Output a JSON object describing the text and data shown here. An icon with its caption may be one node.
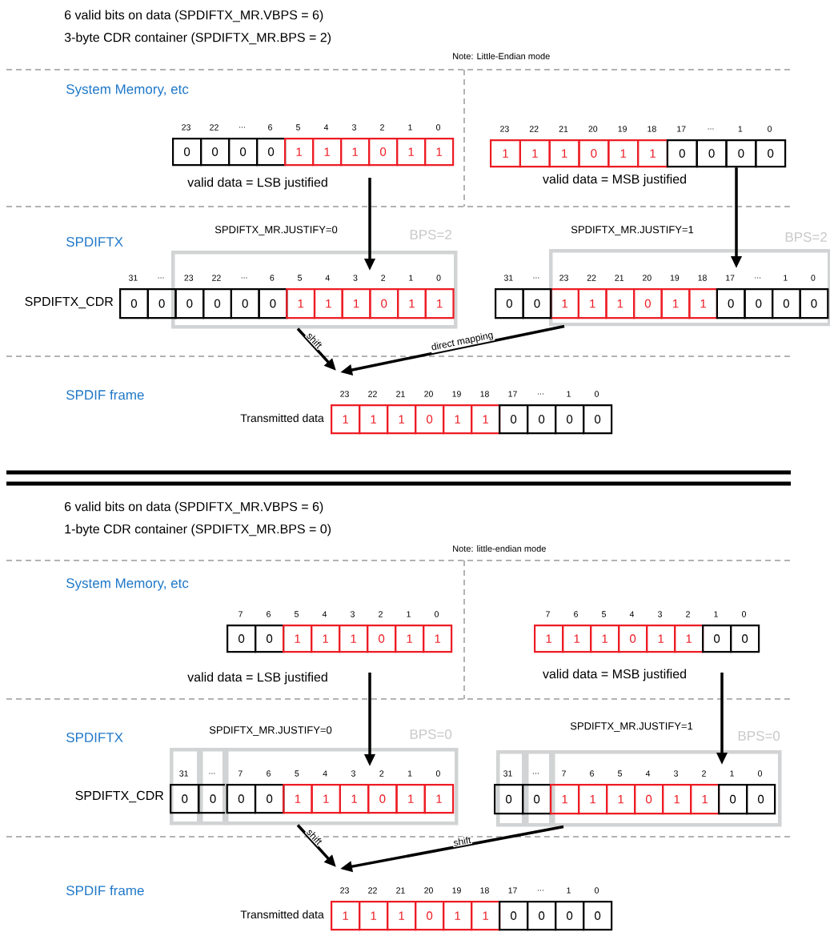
{
  "diagram": {
    "nodes": [
      {
        "text": [
          "0"
        ],
        "beside": [
          "23"
        ]
      },
      {
        "text": [
          "0"
        ],
        "beside": [
          "22"
        ]
      },
      {
        "text": [
          "0"
        ],
        "beside": [
          "..."
        ]
      },
      {
        "text": [
          "0"
        ],
        "beside": [
          "6"
        ]
      },
      {
        "text": [
          "1"
        ],
        "beside": [
          "5"
        ]
      },
      {
        "text": [
          "1"
        ],
        "beside": [
          "4"
        ]
      },
      {
        "text": [
          "1"
        ],
        "beside": [
          "3"
        ]
      },
      {
        "text": [
          "0"
        ],
        "beside": [
          "2"
        ]
      },
      {
        "text": [
          "1"
        ],
        "beside": [
          "1"
        ]
      },
      {
        "text": [
          "1"
        ],
        "beside": [
          "0"
        ]
      },
      {
        "text": [
          "1"
        ],
        "beside": [
          "23"
        ]
      },
      {
        "text": [
          "1"
        ],
        "beside": [
          "22"
        ]
      },
      {
        "text": [
          "1"
        ],
        "beside": [
          "21"
        ]
      },
      {
        "text": [
          "0"
        ],
        "beside": [
          "20"
        ]
      },
      {
        "text": [
          "1"
        ],
        "beside": [
          "19"
        ]
      },
      {
        "text": [
          "1"
        ],
        "beside": [
          "18"
        ]
      },
      {
        "text": [
          "0"
        ],
        "beside": [
          "17"
        ]
      },
      {
        "text": [
          "0"
        ],
        "beside": [
          "..."
        ]
      },
      {
        "text": [
          "0"
        ],
        "beside": [
          "1"
        ]
      },
      {
        "text": [
          "0"
        ],
        "beside": [
          "0"
        ]
      },
      {
        "text": [
          "BPS=2"
        ]
      },
      {
        "text": [
          "0"
        ],
        "beside": [
          "31"
        ]
      },
      {
        "text": [
          "0"
        ],
        "beside": [
          "..."
        ]
      },
      {
        "text": [
          "0"
        ],
        "beside": [
          "23"
        ],
        "in": 20
      },
      {
        "text": [
          "0"
        ],
        "beside": [
          "22"
        ],
        "in": 20
      },
      {
        "text": [
          "0"
        ],
        "beside": [
          "..."
        ],
        "in": 20
      },
      {
        "text": [
          "0"
        ],
        "beside": [
          "6"
        ],
        "in": 20
      },
      {
        "text": [
          "1"
        ],
        "beside": [
          "5"
        ],
        "in": 20
      },
      {
        "text": [
          "1"
        ],
        "beside": [
          "4"
        ],
        "in": 20
      },
      {
        "text": [
          "1"
        ],
        "beside": [
          "3"
        ],
        "in": 20
      },
      {
        "text": [
          "0"
        ],
        "beside": [
          "2"
        ],
        "in": 20
      },
      {
        "text": [
          "1"
        ],
        "beside": [
          "1"
        ],
        "in": 20
      },
      {
        "text": [
          "1"
        ],
        "beside": [
          "0"
        ],
        "in": 20
      },
      {
        "text": [
          "BPS=2"
        ]
      },
      {
        "text": [
          "0"
        ],
        "beside": [
          "31"
        ]
      },
      {
        "text": [
          "0"
        ],
        "beside": [
          "..."
        ]
      },
      {
        "text": [
          "1"
        ],
        "beside": [
          "23"
        ],
        "in": 33
      },
      {
        "text": [
          "1"
        ],
        "beside": [
          "22"
        ],
        "in": 33
      },
      {
        "text": [
          "1"
        ],
        "beside": [
          "21"
        ],
        "in": 33
      },
      {
        "text": [
          "0"
        ],
        "beside": [
          "20"
        ],
        "in": 33
      },
      {
        "text": [
          "1"
        ],
        "beside": [
          "19"
        ],
        "in": 33
      },
      {
        "text": [
          "1"
        ],
        "beside": [
          "18"
        ],
        "in": 33
      },
      {
        "text": [
          "0"
        ],
        "beside": [
          "17"
        ],
        "in": 33
      },
      {
        "text": [
          "0"
        ],
        "beside": [
          "..."
        ],
        "in": 33
      },
      {
        "text": [
          "0"
        ],
        "beside": [
          "1"
        ],
        "in": 33
      },
      {
        "text": [
          "0"
        ],
        "beside": [
          "0"
        ],
        "in": 33
      },
      {
        "text": [
          "1"
        ],
        "beside": [
          "23"
        ]
      },
      {
        "text": [
          "1"
        ],
        "beside": [
          "22"
        ]
      },
      {
        "text": [
          "1"
        ],
        "beside": [
          "21"
        ]
      },
      {
        "text": [
          "0"
        ],
        "beside": [
          "20"
        ]
      },
      {
        "text": [
          "1"
        ],
        "beside": [
          "19"
        ]
      },
      {
        "text": [
          "1"
        ],
        "beside": [
          "18"
        ]
      },
      {
        "text": [
          "0"
        ],
        "beside": [
          "17"
        ]
      },
      {
        "text": [
          "0"
        ],
        "beside": [
          "..."
        ]
      },
      {
        "text": [
          "0"
        ],
        "beside": [
          "1"
        ]
      },
      {
        "text": [
          "0"
        ],
        "beside": [
          "0"
        ]
      },
      {
        "text": [
          "0"
        ],
        "beside": [
          "7"
        ]
      },
      {
        "text": [
          "0"
        ],
        "beside": [
          "6"
        ]
      },
      {
        "text": [
          "1"
        ],
        "beside": [
          "5"
        ]
      },
      {
        "text": [
          "1"
        ],
        "beside": [
          "4"
        ]
      },
      {
        "text": [
          "1"
        ],
        "beside": [
          "3"
        ]
      },
      {
        "text": [
          "0"
        ],
        "beside": [
          "2"
        ]
      },
      {
        "text": [
          "1"
        ],
        "beside": [
          "1"
        ]
      },
      {
        "text": [
          "1"
        ],
        "beside": [
          "0"
        ]
      },
      {
        "text": [
          "1"
        ],
        "beside": [
          "7"
        ]
      },
      {
        "text": [
          "1"
        ],
        "beside": [
          "6"
        ]
      },
      {
        "text": [
          "1"
        ],
        "beside": [
          "5"
        ]
      },
      {
        "text": [
          "0"
        ],
        "beside": [
          "4"
        ]
      },
      {
        "text": [
          "1"
        ],
        "beside": [
          "3"
        ]
      },
      {
        "text": [
          "1"
        ],
        "beside": [
          "2"
        ]
      },
      {
        "text": [
          "0"
        ],
        "beside": [
          "1"
        ]
      },
      {
        "text": [
          "0"
        ],
        "beside": [
          "0"
        ]
      },
      {
        "text": [],
        "shape": "box"
      },
      {
        "text": [
          "0"
        ],
        "beside": [
          "31"
        ],
        "in": 72
      },
      {
        "text": [],
        "shape": "box"
      },
      {
        "text": [
          "0"
        ],
        "beside": [
          "..."
        ],
        "in": 74
      },
      {
        "text": [
          "BPS=0"
        ]
      },
      {
        "text": [
          "0"
        ],
        "beside": [
          "7"
        ],
        "in": 76
      },
      {
        "text": [
          "0"
        ],
        "beside": [
          "6"
        ],
        "in": 76
      },
      {
        "text": [
          "1"
        ],
        "beside": [
          "5"
        ],
        "in": 76
      },
      {
        "text": [
          "1"
        ],
        "beside": [
          "4"
        ],
        "in": 76
      },
      {
        "text": [
          "1"
        ],
        "beside": [
          "3"
        ],
        "in": 76
      },
      {
        "text": [
          "0"
        ],
        "beside": [
          "2"
        ],
        "in": 76
      },
      {
        "text": [
          "1"
        ],
        "beside": [
          "1"
        ],
        "in": 76
      },
      {
        "text": [
          "1"
        ],
        "beside": [
          "0"
        ],
        "in": 76
      },
      {
        "text": [],
        "shape": "box"
      },
      {
        "text": [
          "0"
        ],
        "beside": [
          "31"
        ],
        "in": 85
      },
      {
        "text": [],
        "shape": "box"
      },
      {
        "text": [
          "0"
        ],
        "beside": [
          "..."
        ],
        "in": 87
      },
      {
        "text": [
          "BPS=0"
        ]
      },
      {
        "text": [
          "1"
        ],
        "beside": [
          "7"
        ],
        "in": 89
      },
      {
        "text": [
          "1"
        ],
        "beside": [
          "6"
        ],
        "in": 89
      },
      {
        "text": [
          "1"
        ],
        "beside": [
          "5"
        ],
        "in": 89
      },
      {
        "text": [
          "0"
        ],
        "beside": [
          "4"
        ],
        "in": 89
      },
      {
        "text": [
          "1"
        ],
        "beside": [
          "3"
        ],
        "in": 89
      },
      {
        "text": [
          "1"
        ],
        "beside": [
          "2"
        ],
        "in": 89
      },
      {
        "text": [
          "0"
        ],
        "beside": [
          "1"
        ],
        "in": 89
      },
      {
        "text": [
          "0"
        ],
        "beside": [
          "0"
        ],
        "in": 89
      },
      {
        "text": [
          "1"
        ],
        "beside": [
          "23"
        ]
      },
      {
        "text": [
          "1"
        ],
        "beside": [
          "22"
        ]
      },
      {
        "text": [
          "1"
        ],
        "beside": [
          "21"
        ]
      },
      {
        "text": [
          "0"
        ],
        "beside": [
          "20"
        ]
      },
      {
        "text": [
          "1"
        ],
        "beside": [
          "19"
        ]
      },
      {
        "text": [
          "1"
        ],
        "beside": [
          "18"
        ]
      },
      {
        "text": [
          "0"
        ],
        "beside": [
          "17"
        ]
      },
      {
        "text": [
          "0"
        ],
        "beside": [
          "..."
        ]
      },
      {
        "text": [
          "0"
        ],
        "beside": [
          "1"
        ]
      },
      {
        "text": [
          "0"
        ],
        "beside": [
          "0"
        ]
      }
    ],
    "edges": [
      {
        "from": null,
        "to": 20,
        "arrow": "to"
      },
      {
        "from": 18,
        "to": 33,
        "arrow": "to"
      },
      {
        "from": 20,
        "to": 46,
        "arrow": "to",
        "label": "shift"
      },
      {
        "from": 33,
        "to": 46,
        "arrow": "to",
        "label": "direct mapping"
      },
      {
        "from": null,
        "to": 76,
        "arrow": "to"
      },
      {
        "from": null,
        "to": 89,
        "arrow": "to"
      },
      {
        "from": 76,
        "to": 98,
        "arrow": "to",
        "label": "shift"
      },
      {
        "from": 89,
        "to": 98,
        "arrow": "to",
        "label": "shift"
      }
    ],
    "labels": [
      "6 valid bits on data (SPDIFTX_MR.VBPS = 6)",
      "3-byte CDR container (SPDIFTX_MR.BPS = 2)",
      "Note: Little-Endian mode",
      "System Memory, etc",
      "valid data = LSB justified",
      "valid data = MSB justified",
      "SPDIFTX_MR.JUSTIFY=0",
      "SPDIFTX_MR.JUSTIFY=1",
      "SPDIFTX",
      "SPDIFTX_CDR",
      "SPDIF frame",
      "Transmitted data",
      "6 valid bits on data (SPDIFTX_MR.VBPS = 6)",
      "1-byte CDR container (SPDIFTX_MR.BPS = 0)",
      "Note: little-endian mode",
      "System Memory, etc",
      "valid data = LSB justified",
      "valid data = MSB justified",
      "SPDIFTX_MR.JUSTIFY=0",
      "SPDIFTX_MR.JUSTIFY=1",
      "SPDIFTX",
      "SPDIFTX_CDR",
      "SPDIF frame",
      "Transmitted data"
    ]
  }
}
